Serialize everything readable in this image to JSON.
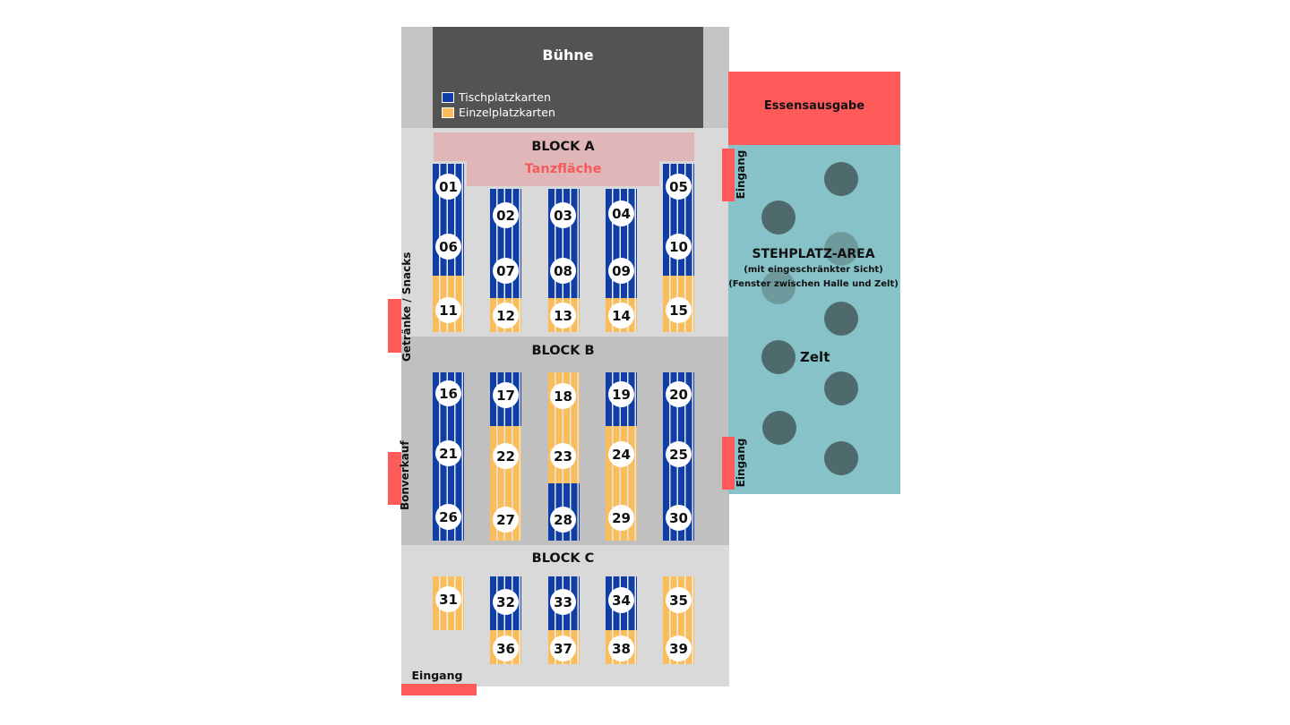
{
  "stage": {
    "title": "Bühne"
  },
  "legend": [
    {
      "label": "Tischplatzkarten",
      "color": "#0f3fa6"
    },
    {
      "label": "Einzelplatzkarten",
      "color": "#fbbd5a"
    }
  ],
  "blocks": {
    "a": "BLOCK A",
    "b": "BLOCK B",
    "c": "BLOCK C"
  },
  "dancefloor": "Tanzfläche",
  "colors": {
    "table_ticket": "#0f3fa6",
    "single_ticket": "#fbbd5a",
    "accent": "#ff5a5a",
    "tent": "#86c2c8"
  },
  "tables": [
    {
      "num": "01"
    },
    {
      "num": "02"
    },
    {
      "num": "03"
    },
    {
      "num": "04"
    },
    {
      "num": "05"
    },
    {
      "num": "06"
    },
    {
      "num": "07"
    },
    {
      "num": "08"
    },
    {
      "num": "09"
    },
    {
      "num": "10"
    },
    {
      "num": "11"
    },
    {
      "num": "12"
    },
    {
      "num": "13"
    },
    {
      "num": "14"
    },
    {
      "num": "15"
    },
    {
      "num": "16"
    },
    {
      "num": "17"
    },
    {
      "num": "18"
    },
    {
      "num": "19"
    },
    {
      "num": "20"
    },
    {
      "num": "21"
    },
    {
      "num": "22"
    },
    {
      "num": "23"
    },
    {
      "num": "24"
    },
    {
      "num": "25"
    },
    {
      "num": "26"
    },
    {
      "num": "27"
    },
    {
      "num": "28"
    },
    {
      "num": "29"
    },
    {
      "num": "30"
    },
    {
      "num": "31"
    },
    {
      "num": "32"
    },
    {
      "num": "33"
    },
    {
      "num": "34"
    },
    {
      "num": "35"
    },
    {
      "num": "36"
    },
    {
      "num": "37"
    },
    {
      "num": "38"
    },
    {
      "num": "39"
    }
  ],
  "labels": {
    "drinks": "Getränke / Snacks",
    "voucher": "Bonverkauf",
    "entrance": "Eingang",
    "food": "Essensausgabe",
    "standing": "STEHPLATZ-AREA",
    "standing_sub1": "(mit eingeschränkter Sicht)",
    "standing_sub2": "(Fenster zwischen Halle und Zelt)",
    "tent": "Zelt"
  }
}
